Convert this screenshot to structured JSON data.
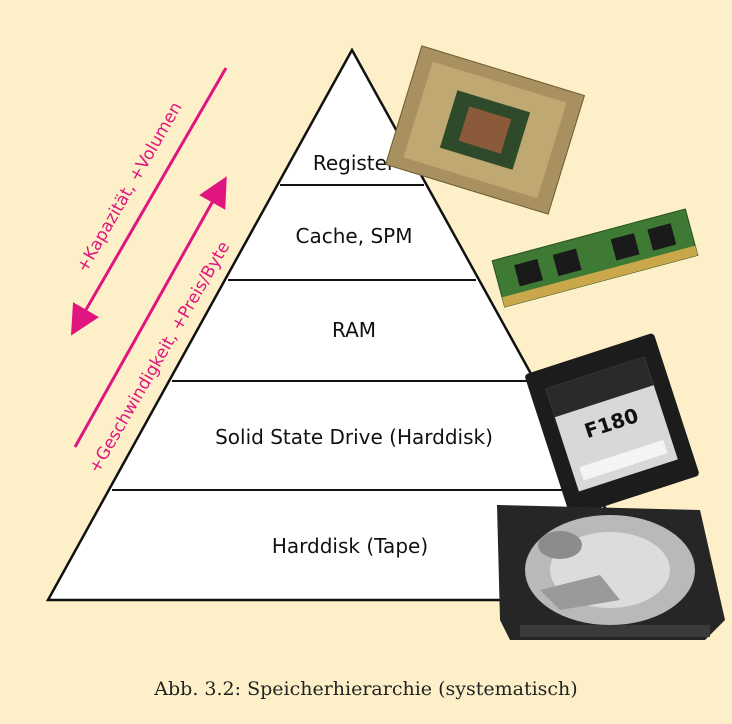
{
  "levels": [
    {
      "label": "Register"
    },
    {
      "label": "Cache, SPM"
    },
    {
      "label": "RAM"
    },
    {
      "label": "Solid State Drive (Harddisk)"
    },
    {
      "label": "Harddisk (Tape)"
    }
  ],
  "arrows": {
    "down_label": "+Kapazität, +Volumen",
    "up_label": "+Geschwindigkeit, +Preis/Byte"
  },
  "photos": {
    "cpu": "cpu-photo",
    "ram": "ram-module-photo",
    "ssd": "ssd-photo",
    "ssd_text": "F180",
    "hdd": "harddisk-photo"
  },
  "caption": "Abb. 3.2: Speicherhierarchie (systematisch)",
  "colors": {
    "background": "#fdf0c9",
    "arrow": "#e0157f"
  }
}
